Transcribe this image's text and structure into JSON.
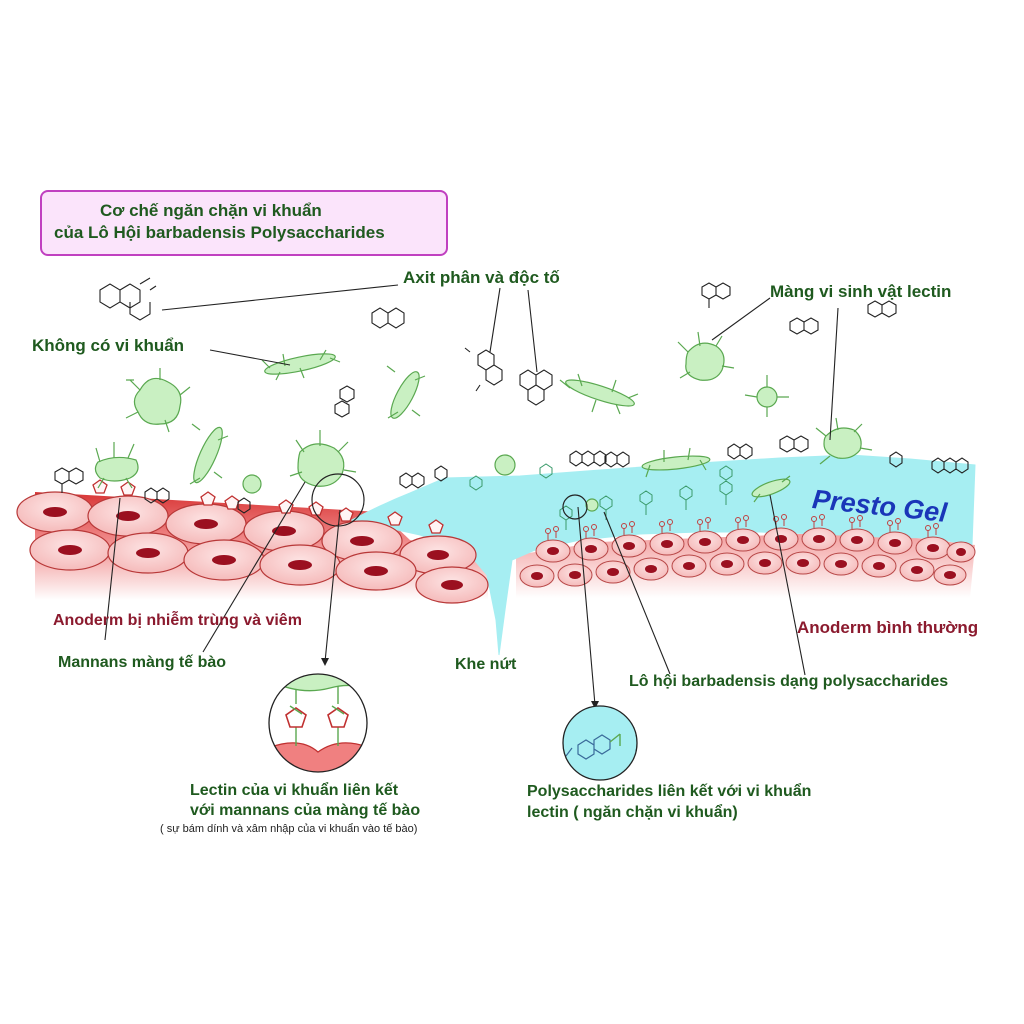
{
  "title": {
    "line1": "Cơ chế ngăn chặn vi khuẩn",
    "line2": "của Lô Hội barbadensis Polysaccharides"
  },
  "labels": {
    "toxins": "Axit phân và độc tố",
    "lectin_microbes": "Màng vi sinh vật lectin",
    "no_bacteria": "Không có vi khuẩn",
    "presto_gel": "Presto Gel",
    "infected_anoderm": "Anoderm bị nhiễm trùng và viêm",
    "normal_anoderm": "Anoderm bình thường",
    "cell_mannans": "Mannans màng tế bào",
    "fissure": "Khe nứt",
    "aloe_polysaccharides": "Lô hội barbadensis dạng polysaccharides",
    "lectin_bind_line1": "Lectin của vi khuẩn liên kết",
    "lectin_bind_line2": "với mannans của màng tế bào",
    "lectin_bind_note": "( sự bám dính và xâm nhập của vi khuẩn vào tế bào)",
    "poly_bind_line1": "Polysaccharides liên kết với vi khuẩn",
    "poly_bind_line2": "lectin ( ngăn chặn vi khuẩn)"
  },
  "colors": {
    "text_green": "#1f5a1f",
    "text_red": "#8b1a2e",
    "gel": "#a6eef2",
    "bacteria": "#c9f0c2",
    "cell": "#f7c5c5",
    "nucleus": "#9b1020",
    "tissue": "#f0b0b0",
    "title_border": "#c040c0",
    "presto_blue": "#1a36b8"
  }
}
